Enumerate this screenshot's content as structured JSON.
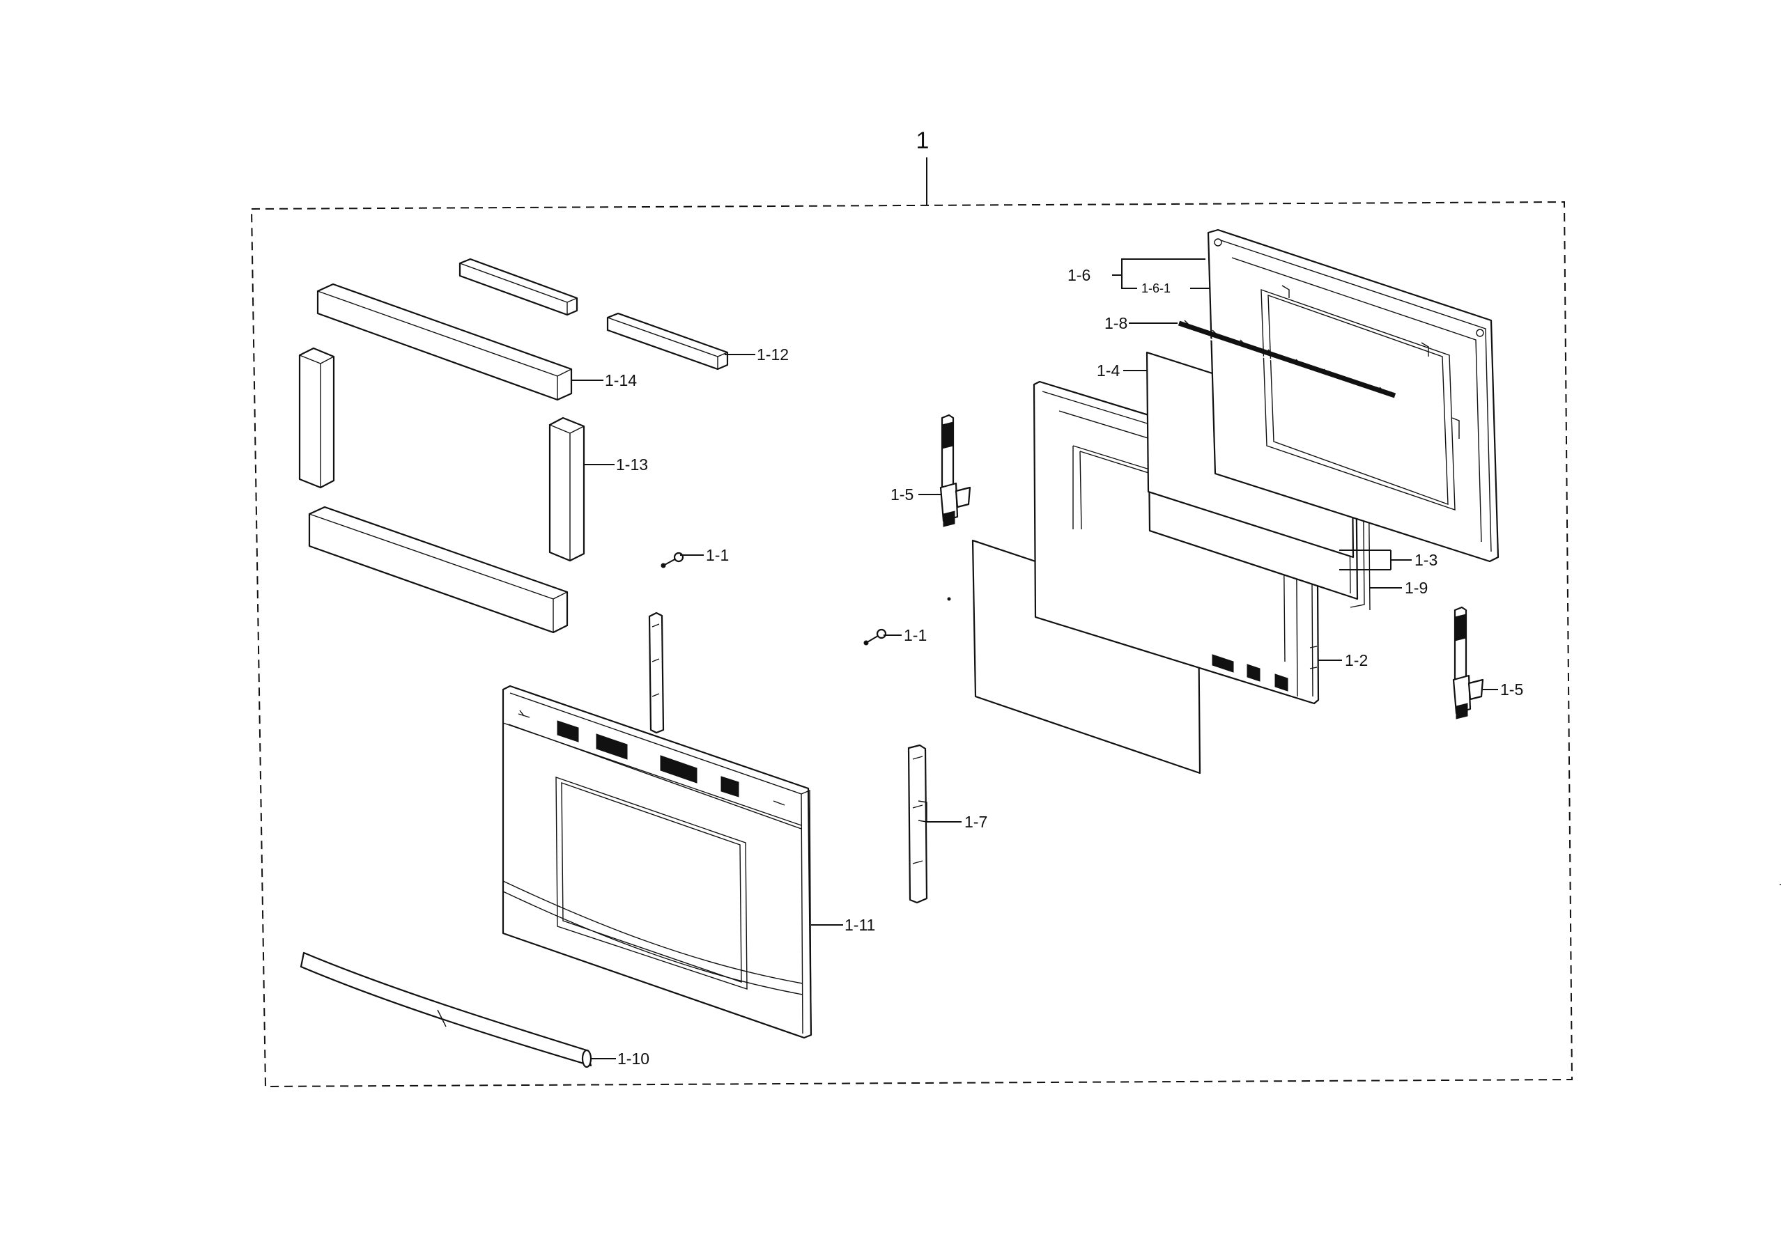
{
  "assembly": {
    "label": "1"
  },
  "parts": {
    "p1_1_a": "1-1",
    "p1_1_b": "1-1",
    "p1_2": "1-2",
    "p1_3": "1-3",
    "p1_4": "1-4",
    "p1_5_a": "1-5",
    "p1_5_b": "1-5",
    "p1_6": "1-6",
    "p1_6_1": "1-6-1",
    "p1_7": "1-7",
    "p1_8": "1-8",
    "p1_9": "1-9",
    "p1_10": "1-10",
    "p1_11": "1-11",
    "p1_12": "1-12",
    "p1_13": "1-13",
    "p1_14": "1-14"
  }
}
